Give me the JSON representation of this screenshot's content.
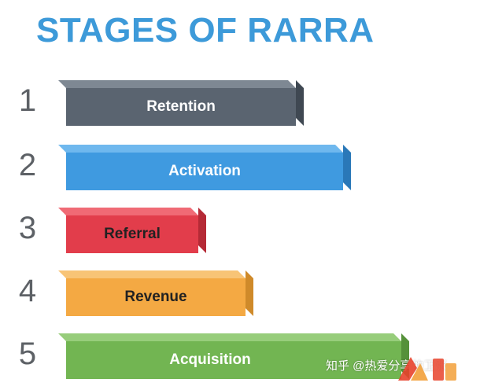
{
  "title": "STAGES OF RARRA",
  "stages": [
    {
      "number": "1",
      "label": "Retention",
      "color": "#5a6470",
      "top_color": "#7e8893",
      "side_color": "#3f4852",
      "text_color": "#ffffff"
    },
    {
      "number": "2",
      "label": "Activation",
      "color": "#3f9ae0",
      "top_color": "#6fb8ee",
      "side_color": "#2a78b8",
      "text_color": "#ffffff"
    },
    {
      "number": "3",
      "label": "Referral",
      "color": "#e23d4b",
      "top_color": "#f06a75",
      "side_color": "#b52a36",
      "text_color": "#222222"
    },
    {
      "number": "4",
      "label": "Revenue",
      "color": "#f4a943",
      "top_color": "#f8c476",
      "side_color": "#cf8a2a",
      "text_color": "#222222"
    },
    {
      "number": "5",
      "label": "Acquisition",
      "color": "#72b552",
      "top_color": "#97cd7b",
      "side_color": "#55913a",
      "text_color": "#ffffff"
    }
  ],
  "watermark": "知乎 @热爱分享的卫张"
}
